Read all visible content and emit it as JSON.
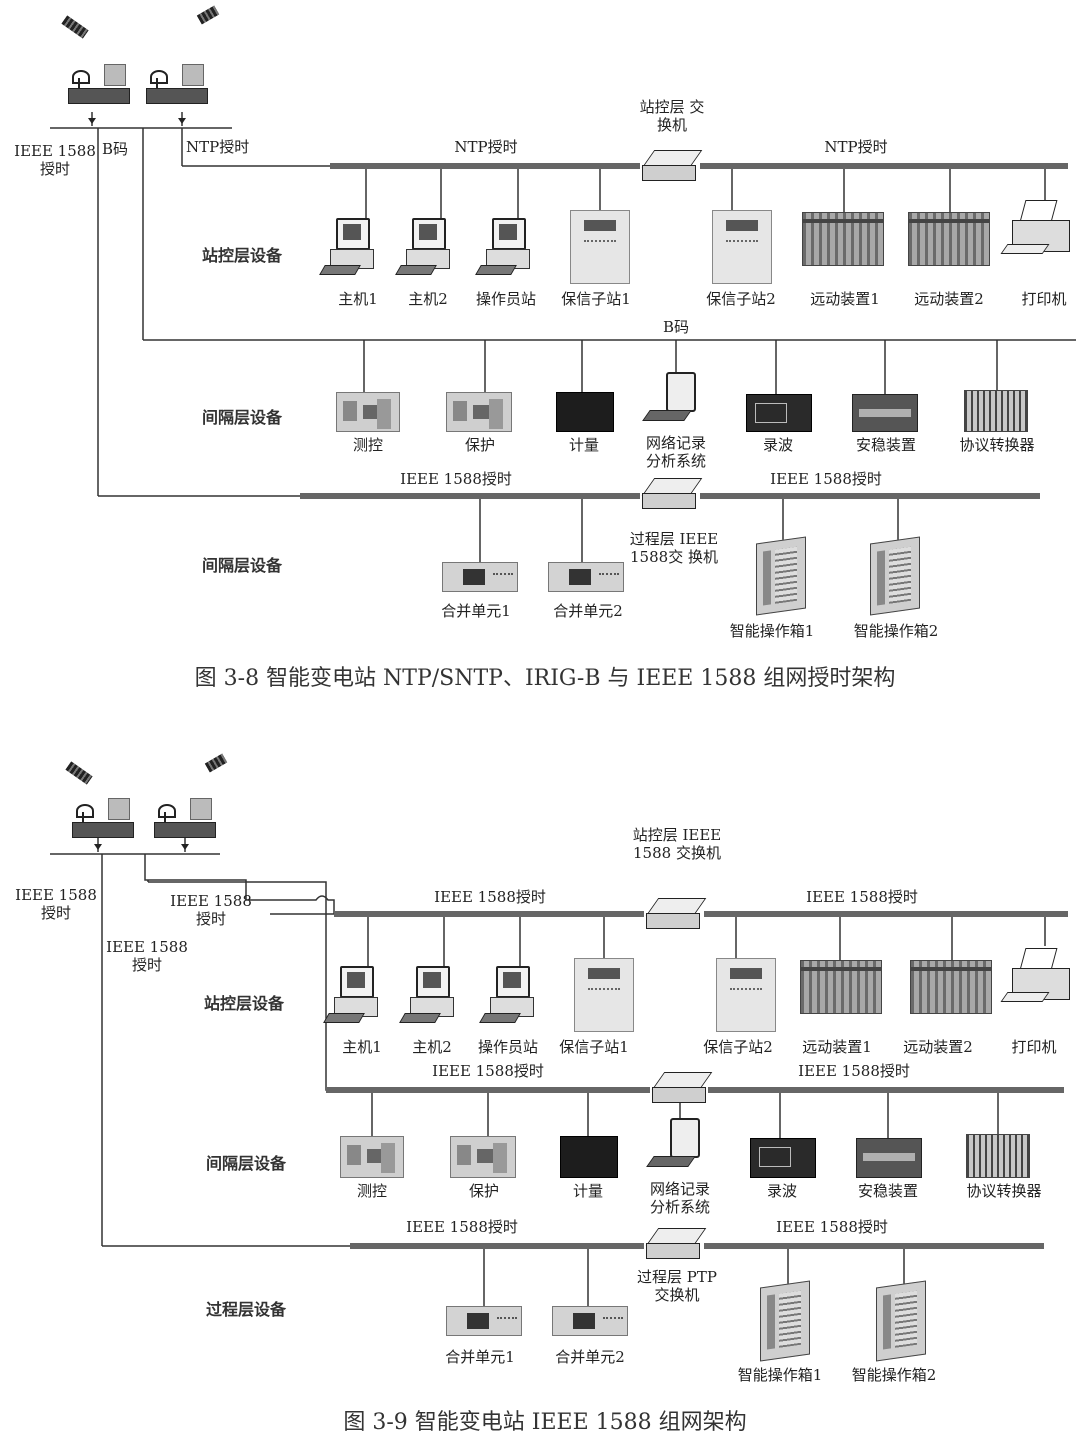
{
  "fig1": {
    "caption": "图 3-8   智能变电站 NTP/SNTP、IRIG-B 与 IEEE 1588 组网授时架构",
    "left_label_ieee": "IEEE 1588 授时",
    "left_label_b": "B码",
    "left_label_ntp": "NTP授时",
    "bus_station_left": "NTP授时",
    "bus_station_right": "NTP授时",
    "station_switch": "站控层 交换机",
    "bus_bay": "B码",
    "bus_process_left": "IEEE 1588授时",
    "bus_process_right": "IEEE 1588授时",
    "process_switch": "过程层 IEEE 1588交 换机",
    "rows": {
      "station": "站控层设备",
      "bay": "间隔层设备",
      "process": "间隔层设备"
    },
    "station_devices": [
      "主机1",
      "主机2",
      "操作员站",
      "保信子站1",
      "保信子站2",
      "远动装置1",
      "远动装置2",
      "打印机"
    ],
    "bay_devices": [
      "测控",
      "保护",
      "计量",
      "网络记录 分析系统",
      "录波",
      "安稳装置",
      "协议转换器"
    ],
    "process_devices": [
      "合并单元1",
      "合并单元2",
      "智能操作箱1",
      "智能操作箱2"
    ]
  },
  "fig2": {
    "caption": "图 3-9   智能变电站 IEEE 1588 组网架构",
    "left_label_1": "IEEE 1588 授时",
    "left_label_2": "IEEE 1588 授时",
    "left_label_3": "IEEE 1588 授时",
    "bus_station_left": "IEEE 1588授时",
    "bus_station_right": "IEEE 1588授时",
    "station_switch": "站控层 IEEE 1588 交换机",
    "bus_bay_left": "IEEE 1588授时",
    "bus_bay_right": "IEEE 1588授时",
    "bus_process_left": "IEEE 1588授时",
    "bus_process_right": "IEEE 1588授时",
    "process_switch": "过程层 PTP交换机",
    "rows": {
      "station": "站控层设备",
      "bay": "间隔层设备",
      "process": "过程层设备"
    },
    "station_devices": [
      "主机1",
      "主机2",
      "操作员站",
      "保信子站1",
      "保信子站2",
      "远动装置1",
      "远动装置2",
      "打印机"
    ],
    "bay_devices": [
      "测控",
      "保护",
      "计量",
      "网络记录 分析系统",
      "录波",
      "安稳装置",
      "协议转换器"
    ],
    "process_devices": [
      "合并单元1",
      "合并单元2",
      "智能操作箱1",
      "智能操作箱2"
    ]
  }
}
